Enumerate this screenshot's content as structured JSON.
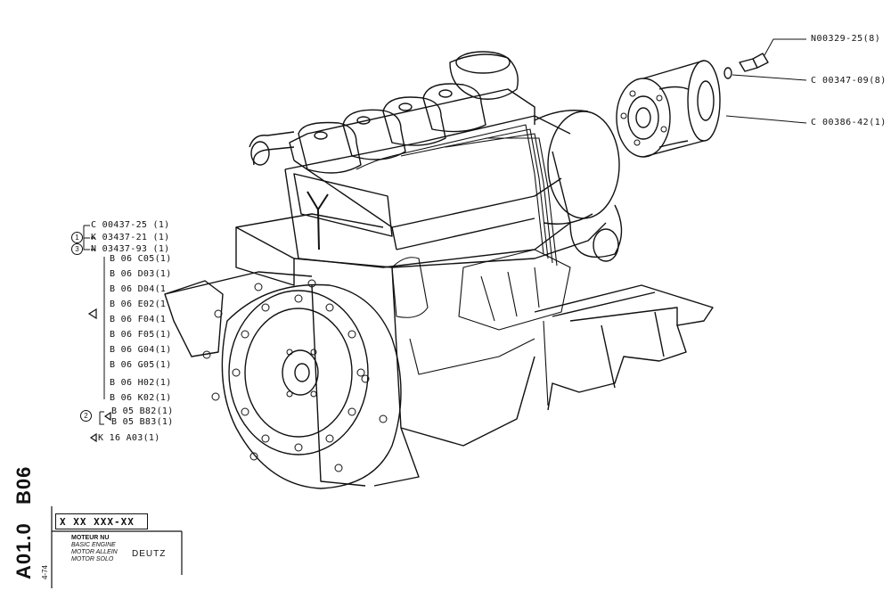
{
  "sheet": {
    "section_code": "B06",
    "page_code": "A01.0",
    "date": "4-74",
    "part_number": "X XX XXX-XX",
    "descriptions": [
      "MOTEUR NU",
      "BASIC ENGINE",
      "MOTOR ALLEIN",
      "MOTOR SOLO"
    ],
    "manufacturer": "DEUTZ"
  },
  "callouts": [
    {
      "code": "N00329-25(8)"
    },
    {
      "code": "C 00347-09(8)"
    },
    {
      "code": "C 00386-42(1)"
    }
  ],
  "references": {
    "group1_marker": "1",
    "group3_marker": "3",
    "group2_marker": "2",
    "parts": [
      "C 00437-25 (1)",
      "K 03437-21 (1)",
      "N 03437-93 (1)",
      "B 06  C05(1)",
      "B 06  D03(1)",
      "B 06  D04(1",
      "B 06  E02(1",
      "B 06  F04(1",
      "B 06  F05(1)",
      "B 06  G04(1)",
      "B 06  G05(1)",
      "B 06  H02(1)",
      "B 06  K02(1)",
      "B 05  B82(1)",
      "B 05  B83(1)",
      "K 16   A03(1)"
    ]
  }
}
